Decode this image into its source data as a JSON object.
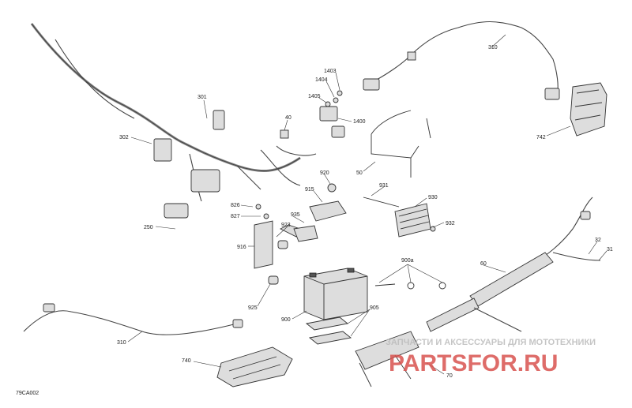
{
  "diagram": {
    "code": "79CA002",
    "callouts": [
      "301",
      "302",
      "250",
      "826",
      "827",
      "916",
      "923",
      "925",
      "935",
      "915",
      "920",
      "40",
      "1403",
      "1404",
      "1405",
      "1400",
      "931",
      "930",
      "932",
      "50",
      "310",
      "742",
      "900",
      "900a",
      "905",
      "60",
      "32",
      "31",
      "70",
      "740"
    ],
    "watermark": {
      "line1": "ЗАПЧАСТИ И АКСЕССУАРЫ ДЛЯ МОТОТЕХНИКИ",
      "line2": "PARTSFOR.RU",
      "color": "#d9534f"
    }
  }
}
